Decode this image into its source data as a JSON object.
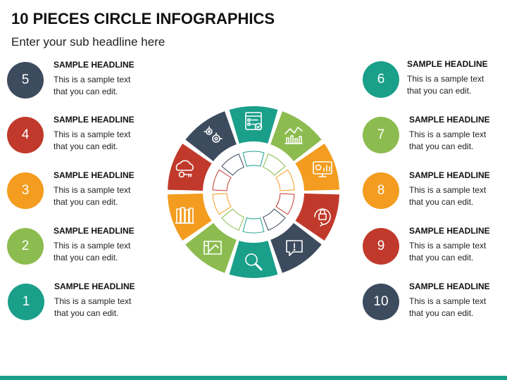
{
  "header": {
    "title": "10 PIECES CIRCLE INFOGRAPHICS",
    "subtitle": "Enter your sub headline here"
  },
  "colors": {
    "teal": "#1a9f8a",
    "navy": "#3d4b5e",
    "green": "#8cbc4f",
    "orange": "#f39c1f",
    "red": "#c0392b",
    "bar": "#1a9f8a"
  },
  "items": [
    {
      "number": "5",
      "headline": "SAMPLE HEADLINE",
      "text": "This is a sample text that you can edit.",
      "color": "#3d4b5e"
    },
    {
      "number": "4",
      "headline": "SAMPLE HEADLINE",
      "text": "This is a sample text that you can edit.",
      "color": "#c0392b"
    },
    {
      "number": "3",
      "headline": "SAMPLE HEADLINE",
      "text": "This is a sample text that you can edit.",
      "color": "#f39c1f"
    },
    {
      "number": "2",
      "headline": "SAMPLE HEADLINE",
      "text": "This is a sample text that you can edit.",
      "color": "#8cbc4f"
    },
    {
      "number": "1",
      "headline": "SAMPLE HEADLINE",
      "text": "This is a sample text that you can edit.",
      "color": "#1a9f8a"
    },
    {
      "number": "6",
      "headline": "SAMPLE HEADLINE",
      "text": "This is a sample text that you can edit.",
      "color": "#1a9f8a"
    },
    {
      "number": "7",
      "headline": "SAMPLE HEADLINE",
      "text": "This is a sample text that you can edit.",
      "color": "#8cbc4f"
    },
    {
      "number": "8",
      "headline": "SAMPLE HEADLINE",
      "text": "This is a sample text that you can edit.",
      "color": "#f39c1f"
    },
    {
      "number": "9",
      "headline": "SAMPLE HEADLINE",
      "text": "This is a sample text that you can edit.",
      "color": "#c0392b"
    },
    {
      "number": "10",
      "headline": "SAMPLE HEADLINE",
      "text": "This is a sample text that you can edit.",
      "color": "#3d4b5e"
    }
  ],
  "wheel": {
    "segments": [
      {
        "icon": "checklist-icon",
        "color": "#1a9f8a"
      },
      {
        "icon": "growth-chart-icon",
        "color": "#8cbc4f"
      },
      {
        "icon": "monitor-chart-icon",
        "color": "#f39c1f"
      },
      {
        "icon": "padlock-icon",
        "color": "#c0392b"
      },
      {
        "icon": "alert-bubble-icon",
        "color": "#3d4b5e"
      },
      {
        "icon": "magnifier-icon",
        "color": "#1a9f8a"
      },
      {
        "icon": "blueprint-icon",
        "color": "#8cbc4f"
      },
      {
        "icon": "books-icon",
        "color": "#f39c1f"
      },
      {
        "icon": "cloud-key-icon",
        "color": "#c0392b"
      },
      {
        "icon": "gears-icon",
        "color": "#3d4b5e"
      }
    ]
  }
}
